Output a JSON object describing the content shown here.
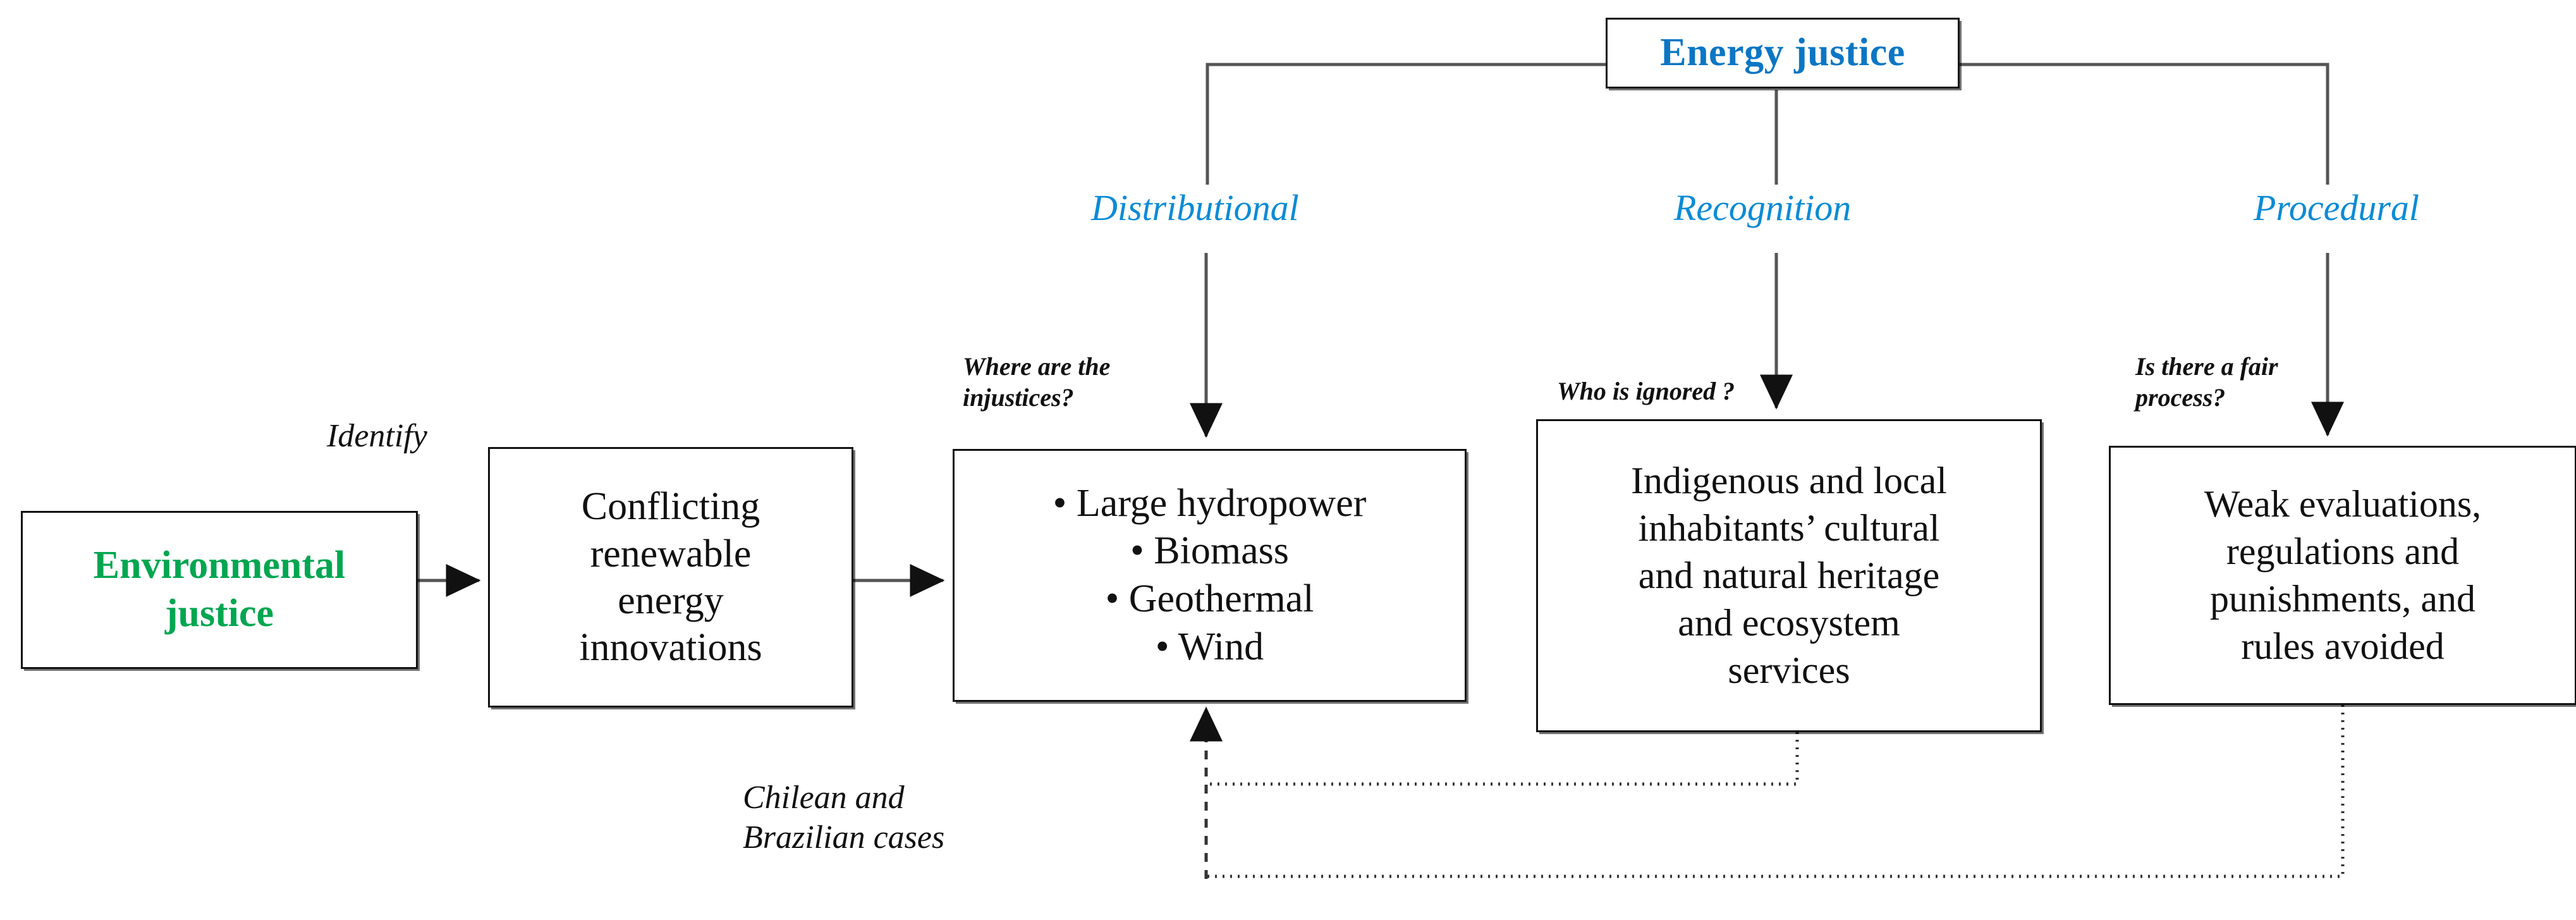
{
  "diagram": {
    "title_node": {
      "label": "Energy justice",
      "color": "#0b76c4"
    },
    "nodes": {
      "environmental_justice": {
        "label": "Environmental\njustice",
        "color": "#00a650"
      },
      "conflicting": {
        "label": "Conflicting\nrenewable\nenergy\ninnovations",
        "color": "#111111"
      },
      "injustices": {
        "lines": [
          "•  Large hydropower",
          "•  Biomass",
          "•  Geothermal",
          "•  Wind"
        ],
        "bullets": [
          "Large hydropower",
          "Biomass",
          "Geothermal",
          "Wind"
        ],
        "color": "#111111"
      },
      "indigenous": {
        "label": "Indigenous and local\ninhabitants’ cultural\nand natural heritage\nand ecosystem\nservices",
        "color": "#111111"
      },
      "weak": {
        "label": "Weak evaluations,\nregulations and\npunishments, and\nrules avoided",
        "color": "#111111"
      }
    },
    "branch_labels": {
      "distributional": "Distributional",
      "recognition": "Recognition",
      "procedural": "Procedural",
      "color": "#0b8bd6"
    },
    "edge_labels": {
      "identify": "Identify",
      "where_injustices": "Where are the\ninjustices?",
      "who_ignored": "Who is ignored ?",
      "fair_process": "Is there a fair\nprocess?",
      "cases": "Chilean and\nBrazilian cases"
    },
    "colors": {
      "blue": "#0b76c4",
      "branch_blue": "#0b8bd6",
      "green": "#00a650",
      "line": "#444444",
      "box_border": "#111111",
      "background": "#ffffff"
    }
  }
}
